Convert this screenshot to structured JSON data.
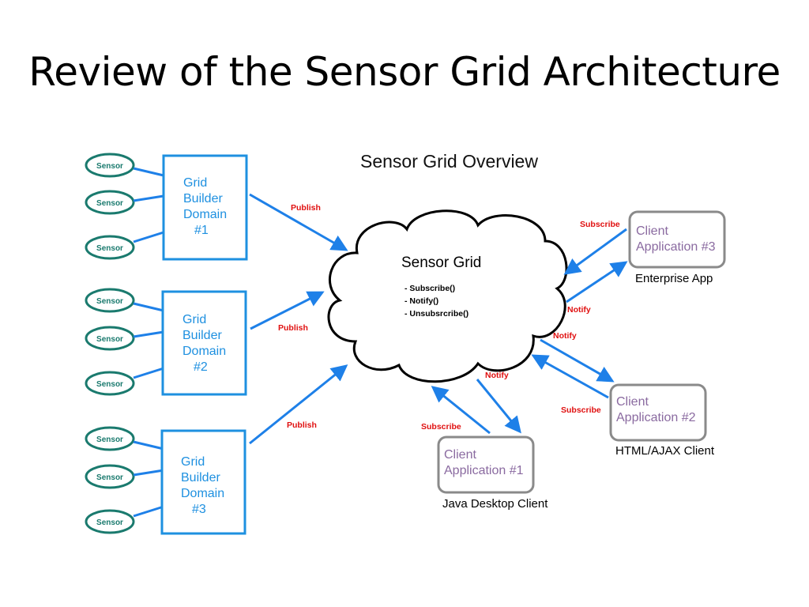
{
  "slide": {
    "title": "Review of the Sensor Grid Architecture"
  },
  "diagram": {
    "overview_title": "Sensor Grid Overview",
    "sensor_label": "Sensor",
    "domains": [
      {
        "lines": [
          "Grid",
          "Builder",
          "Domain",
          "#1"
        ]
      },
      {
        "lines": [
          "Grid",
          "Builder",
          "Domain",
          "#2"
        ]
      },
      {
        "lines": [
          "Grid",
          "Builder",
          "Domain",
          "#3"
        ]
      }
    ],
    "cloud": {
      "title": "Sensor Grid",
      "methods": [
        "- Subscribe()",
        "- Notify()",
        "- Unsubsrcribe()"
      ]
    },
    "clients": [
      {
        "lines": [
          "Client",
          "Application #3"
        ],
        "caption": "Enterprise App"
      },
      {
        "lines": [
          "Client",
          "Application #2"
        ],
        "caption": "HTML/AJAX Client"
      },
      {
        "lines": [
          "Client",
          "Application #1"
        ],
        "caption": "Java Desktop Client"
      }
    ],
    "edge_labels": {
      "publish": "Publish",
      "subscribe": "Subscribe",
      "notify": "Notify"
    },
    "colors": {
      "sensor": "#1a7a6e",
      "domain": "#1e90e0",
      "arrow": "#1e80e8",
      "label": "#e01010",
      "client_border": "#8a8a8a",
      "client_text": "#8a6aa0"
    }
  }
}
